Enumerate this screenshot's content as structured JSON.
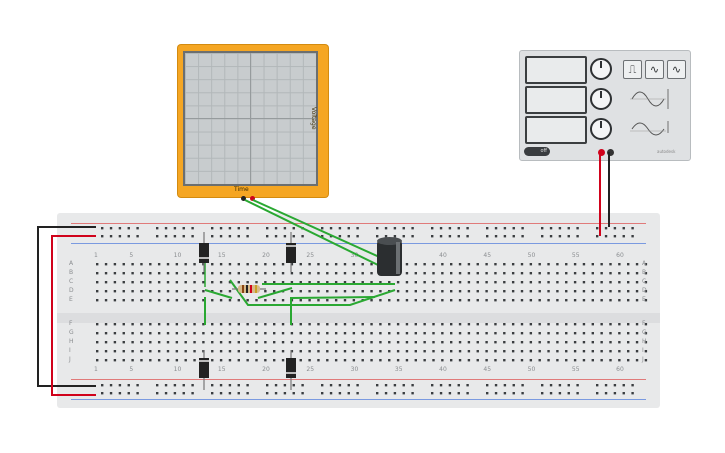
{
  "oscilloscope": {
    "time_label": "Time",
    "volt_label": "Voltage"
  },
  "function_generator": {
    "wave_buttons": [
      "⎍",
      "∿",
      "∿"
    ],
    "off_label": "off",
    "brand_label": "autodesk"
  },
  "breadboard": {
    "column_numbers": [
      "1",
      "5",
      "10",
      "15",
      "20",
      "25",
      "30",
      "35",
      "40",
      "45",
      "50",
      "55",
      "60"
    ],
    "top_rows": [
      "A",
      "B",
      "C",
      "D",
      "E"
    ],
    "bottom_rows": [
      "F",
      "G",
      "H",
      "I",
      "J"
    ]
  },
  "colors": {
    "scope_body": "#f5a623",
    "wire_green": "#2aa832",
    "wire_red": "#d0021b",
    "wire_black": "#222222"
  }
}
